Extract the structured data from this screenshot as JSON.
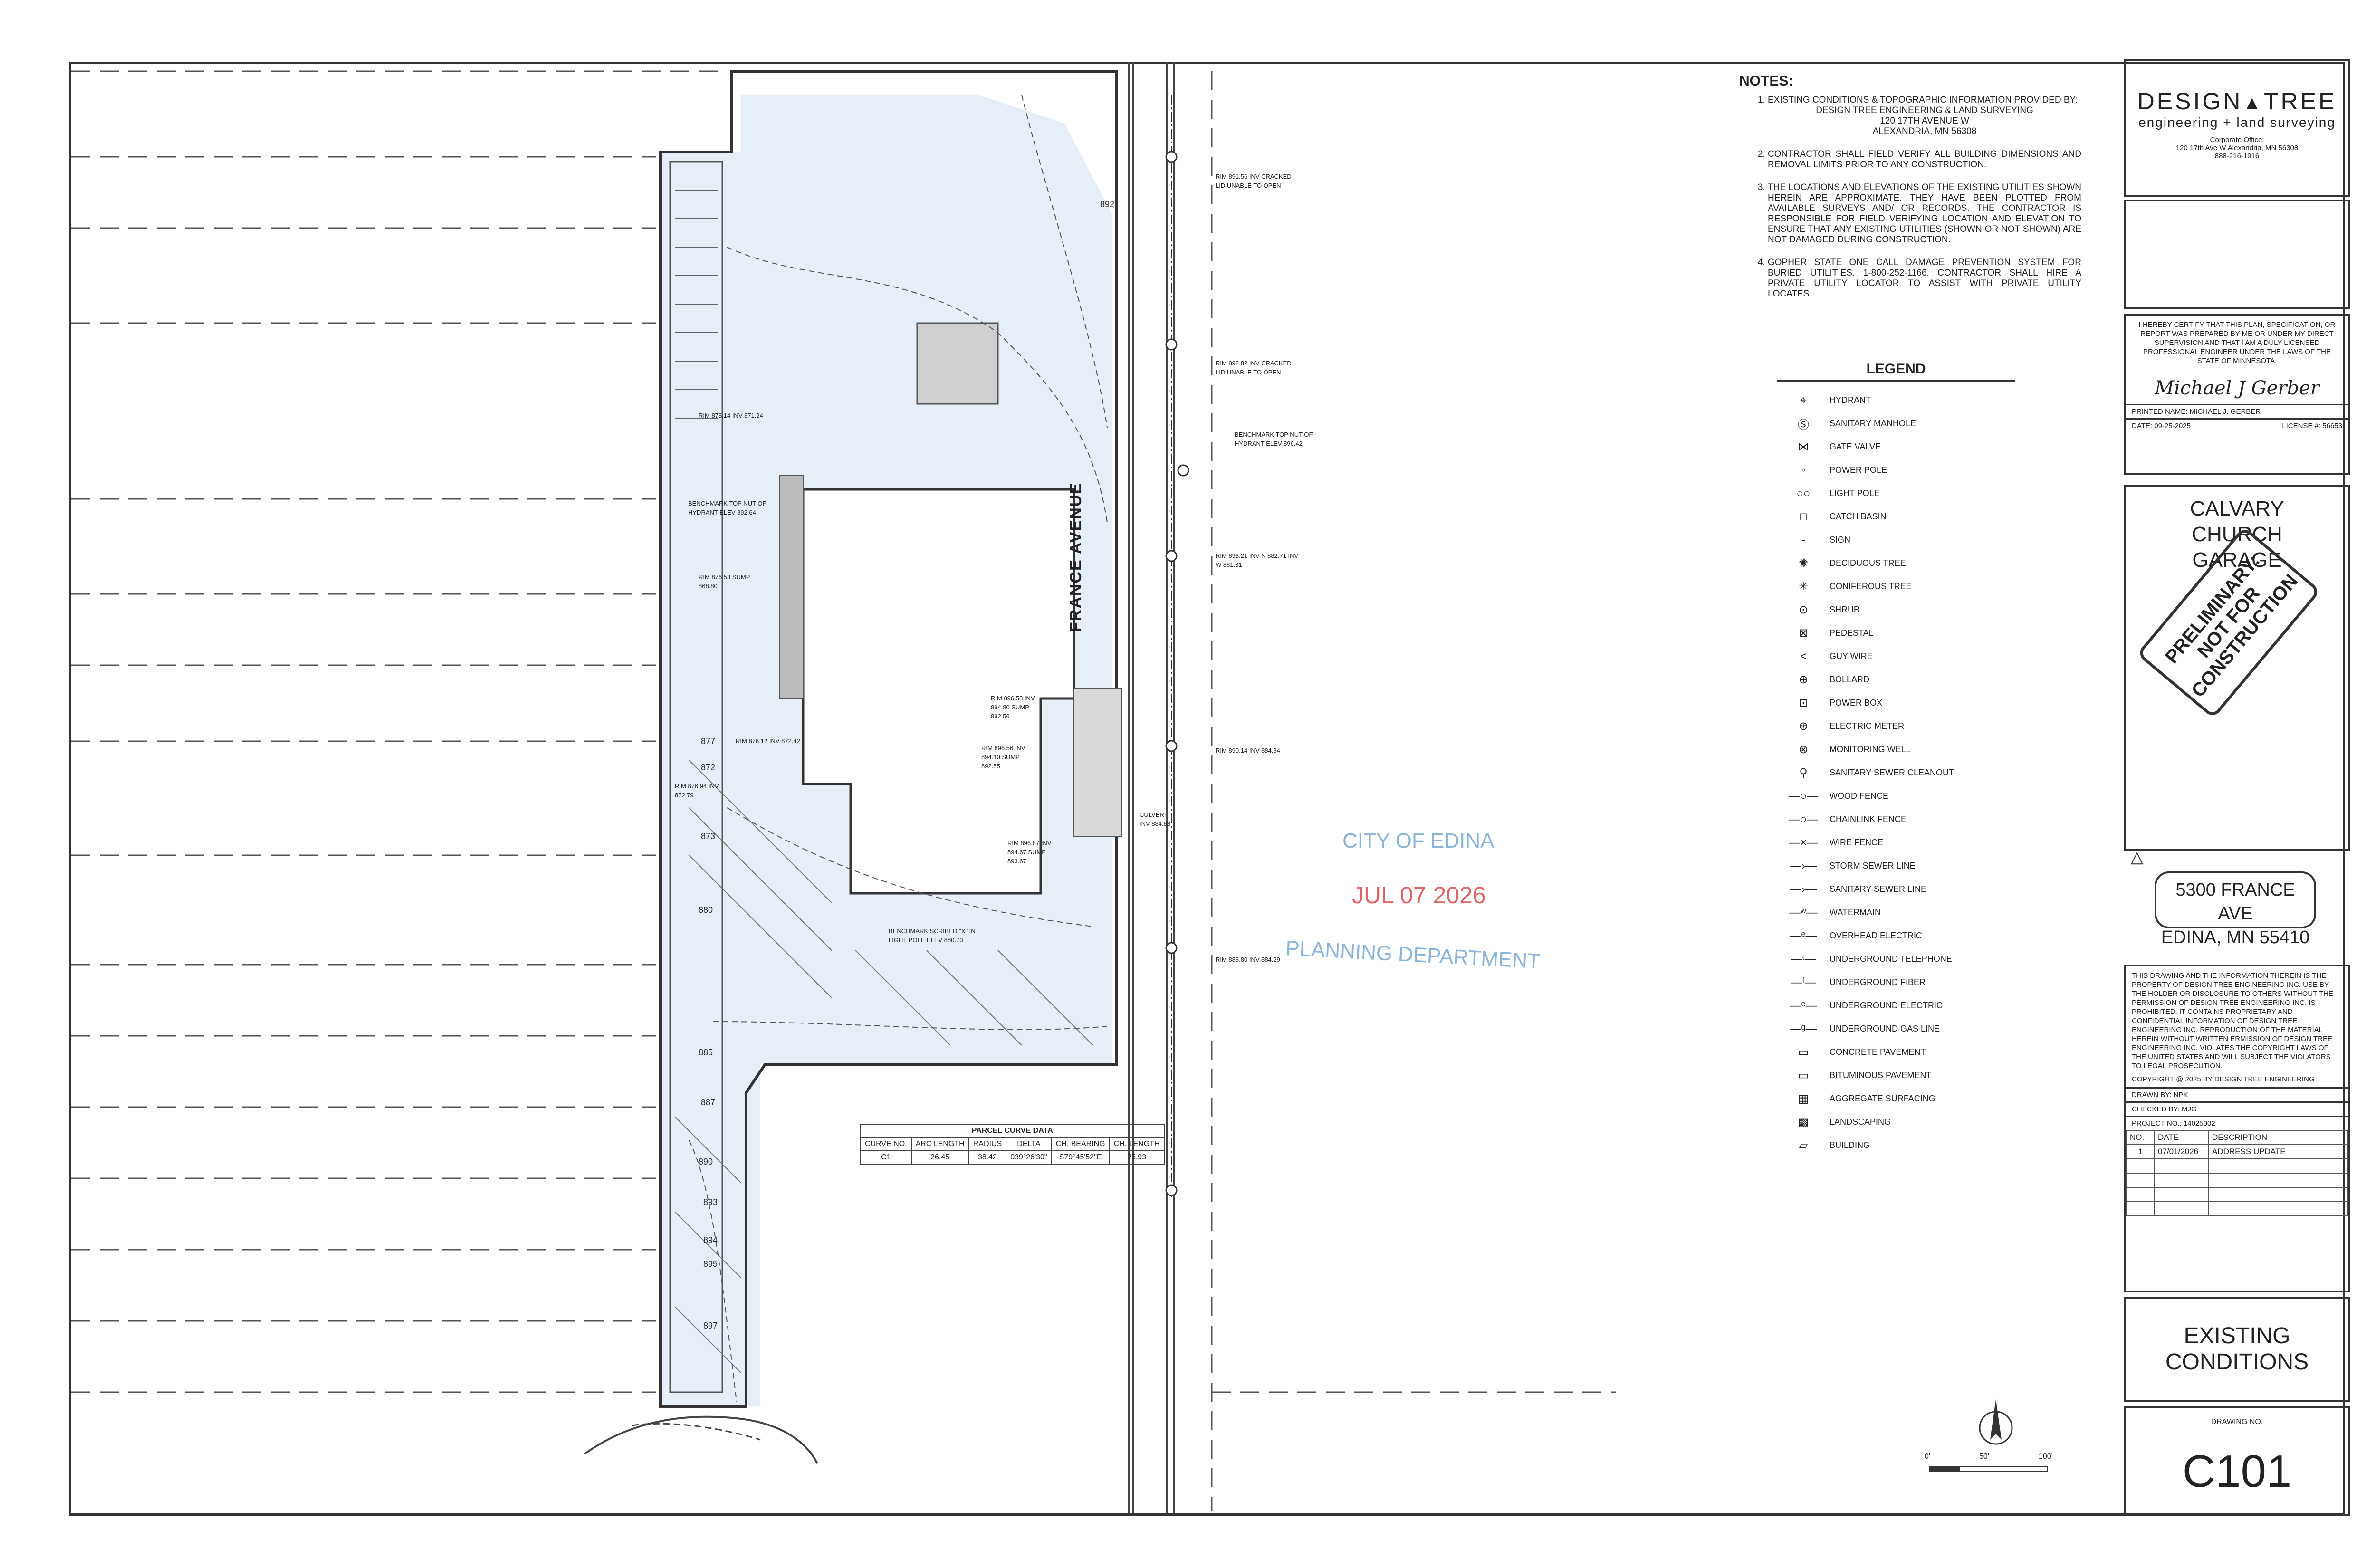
{
  "notes": {
    "heading": "NOTES:",
    "items": [
      {
        "text": "EXISTING CONDITIONS & TOPOGRAPHIC INFORMATION PROVIDED BY:",
        "sub": [
          "DESIGN TREE ENGINEERING & LAND SURVEYING",
          "120 17TH AVENUE W",
          "ALEXANDRIA, MN 56308"
        ]
      },
      {
        "text": "CONTRACTOR SHALL FIELD VERIFY ALL BUILDING DIMENSIONS AND REMOVAL LIMITS PRIOR TO ANY CONSTRUCTION."
      },
      {
        "text": "THE LOCATIONS AND ELEVATIONS OF THE EXISTING UTILITIES SHOWN HEREIN ARE APPROXIMATE. THEY HAVE BEEN PLOTTED FROM AVAILABLE SURVEYS AND/ OR RECORDS. THE CONTRACTOR IS RESPONSIBLE FOR FIELD VERIFYING LOCATION AND ELEVATION TO ENSURE THAT ANY EXISTING UTILITIES (SHOWN OR NOT SHOWN) ARE NOT DAMAGED DURING CONSTRUCTION."
      },
      {
        "text": "GOPHER STATE ONE CALL DAMAGE PREVENTION SYSTEM FOR BURIED UTILITIES. 1-800-252-1166. CONTRACTOR SHALL HIRE A PRIVATE UTILITY LOCATOR TO ASSIST WITH PRIVATE UTILITY LOCATES."
      }
    ]
  },
  "legend": {
    "title": "LEGEND",
    "items": [
      {
        "label": "HYDRANT",
        "symbol": "⌖"
      },
      {
        "label": "SANITARY MANHOLE",
        "symbol": "Ⓢ"
      },
      {
        "label": "GATE VALVE",
        "symbol": "⋈"
      },
      {
        "label": "POWER POLE",
        "symbol": "◦"
      },
      {
        "label": "LIGHT POLE",
        "symbol": "○○"
      },
      {
        "label": "CATCH BASIN",
        "symbol": "□"
      },
      {
        "label": "SIGN",
        "symbol": "-"
      },
      {
        "label": "DECIDUOUS TREE",
        "symbol": "✺"
      },
      {
        "label": "CONIFEROUS TREE",
        "symbol": "✳"
      },
      {
        "label": "SHRUB",
        "symbol": "⊙"
      },
      {
        "label": "PEDESTAL",
        "symbol": "⊠"
      },
      {
        "label": "GUY WIRE",
        "symbol": "<"
      },
      {
        "label": "BOLLARD",
        "symbol": "⊕"
      },
      {
        "label": "POWER BOX",
        "symbol": "⊡"
      },
      {
        "label": "ELECTRIC METER",
        "symbol": "⊛"
      },
      {
        "label": "MONITORING WELL",
        "symbol": "⊗"
      },
      {
        "label": "SANITARY SEWER CLEANOUT",
        "symbol": "⚲"
      },
      {
        "label": "WOOD FENCE",
        "symbol": "—○—"
      },
      {
        "label": "CHAINLINK FENCE",
        "symbol": "—○—"
      },
      {
        "label": "WIRE FENCE",
        "symbol": "—×—"
      },
      {
        "label": "STORM SEWER LINE",
        "symbol": "—›—"
      },
      {
        "label": "SANITARY SEWER LINE",
        "symbol": "—›—"
      },
      {
        "label": "WATERMAIN",
        "symbol": "—ʷ—"
      },
      {
        "label": "OVERHEAD ELECTRIC",
        "symbol": "—ᵉ—"
      },
      {
        "label": "UNDERGROUND TELEPHONE",
        "symbol": "—ᵗ—"
      },
      {
        "label": "UNDERGROUND FIBER",
        "symbol": "—ᶠ—"
      },
      {
        "label": "UNDERGROUND ELECTRIC",
        "symbol": "—ᵉ—"
      },
      {
        "label": "UNDERGROUND GAS LINE",
        "symbol": "—ᵍ—"
      },
      {
        "label": "CONCRETE PAVEMENT",
        "symbol": "▭"
      },
      {
        "label": "BITUMINOUS PAVEMENT",
        "symbol": "▭"
      },
      {
        "label": "AGGREGATE SURFACING",
        "symbol": "▦"
      },
      {
        "label": "LANDSCAPING",
        "symbol": "▩"
      },
      {
        "label": "BUILDING",
        "symbol": "▱"
      }
    ]
  },
  "site": {
    "street": "FRANCE AVENUE",
    "benchmarks": [
      "BENCHMARK TOP NUT OF HYDRANT ELEV 892.64",
      "BENCHMARK TOP NUT OF HYDRANT ELEV 896.42",
      "BENCHMARK SCRIBED \"X\" IN LIGHT POLE ELEV 880.73"
    ],
    "utility_notes": [
      "RIM 893.21 INV N 882.71 INV W 881.31",
      "RIM 892.82 INV CRACKED LID UNABLE TO OPEN",
      "RIM 891.56 INV CRACKED LID UNABLE TO OPEN",
      "RIM 890.14 INV 884.84",
      "RIM 888.80 INV 884.29",
      "CULVERT INV 884.88",
      "RIM 878.14 INV 871.24",
      "RIM 876.53 SUMP 868.80",
      "RIM 876.12 INV 872.42",
      "RIM 876.94 INV 872.79",
      "RIM 896.58 INV 894.80 SUMP 892.56",
      "RIM 896.56 INV 894.10 SUMP 892.55",
      "RIM 896.87 INV 894.67 SUMP 893.67"
    ],
    "contours": [
      "880",
      "885",
      "890",
      "895",
      "877",
      "872",
      "873",
      "887",
      "893",
      "894",
      "897",
      "892"
    ]
  },
  "parcel_curve": {
    "title": "PARCEL CURVE DATA",
    "headers": [
      "CURVE NO.",
      "ARC LENGTH",
      "RADIUS",
      "DELTA",
      "CH. BEARING",
      "CH. LENGTH"
    ],
    "rows": [
      [
        "C1",
        "26.45",
        "38.42",
        "039°26'30\"",
        "S79°45'52\"E",
        "25.93"
      ]
    ]
  },
  "stamps": {
    "city": "CITY OF EDINA",
    "date": "JUL 07 2026",
    "dept": "PLANNING DEPARTMENT"
  },
  "scale": {
    "ticks": [
      "0'",
      "50'",
      "100'"
    ]
  },
  "titleblock": {
    "brand_left": "DESIGN",
    "brand_right": "TREE",
    "tagline": "engineering + land surveying",
    "office_label": "Corporate Office:",
    "office_address": "120 17th Ave W Alexandria, MN 56308",
    "phone": "888-216-1916",
    "certify": "I HEREBY CERTIFY THAT THIS PLAN, SPECIFICATION, OR REPORT WAS PREPARED BY ME OR UNDER MY DIRECT SUPERVISION AND THAT I AM A DULY LICENSED PROFESSIONAL ENGINEER UNDER THE LAWS OF THE STATE OF MINNESOTA.",
    "signature": "Michael J Gerber",
    "printed_name": "PRINTED NAME: MICHAEL J. GERBER",
    "date": "DATE: 09-25-2025",
    "license": "LICENSE #: 56653",
    "project_title": "CALVARY CHURCH GARAGE",
    "prelim_stamp": "PRELIMINARY: NOT FOR CONSTRUCTION",
    "address_line1": "5300 FRANCE AVE",
    "address_line2": "EDINA, MN 55410",
    "disclaimer": "THIS DRAWING AND THE INFORMATION THEREIN IS THE PROPERTY OF DESIGN TREE ENGINEERING INC. USE BY THE HOLDER OR DISCLOSURE TO OTHERS WITHOUT THE PERMISSION OF DESIGN TREE ENGINEERING INC. IS PROHIBITED. IT CONTAINS PROPRIETARY AND CONFIDENTIAL INFORMATION OF DESIGN TREE ENGINEERING INC. REPRODUCTION OF THE MATERIAL HEREIN WITHOUT WRITTEN ERMISSION OF DESIGN TREE ENGINEERING INC. VIOLATES THE COPYRIGHT LAWS OF THE UNITED STATES AND WILL SUBJECT THE VIOLATORS TO LEGAL PROSECUTION.",
    "copyright": "COPYRIGHT @ 2025 BY DESIGN TREE ENGINEERING",
    "drawn_by": "DRAWN BY:   NPK",
    "checked_by": "CHECKED BY:   MJG",
    "project_no": "PROJECT NO.:   14025002",
    "rev_headers": [
      "NO.",
      "DATE",
      "DESCRIPTION"
    ],
    "revisions": [
      [
        "1",
        "07/01/2026",
        "ADDRESS UPDATE"
      ]
    ],
    "sheet_title_1": "EXISTING",
    "sheet_title_2": "CONDITIONS",
    "drawing_no_label": "DRAWING NO.",
    "drawing_no": "C101"
  }
}
